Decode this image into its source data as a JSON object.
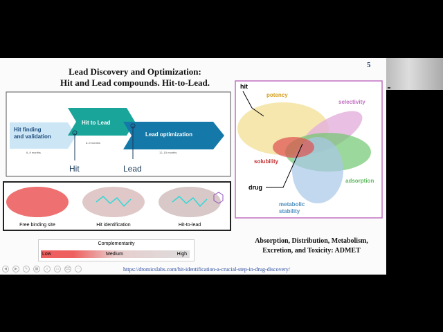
{
  "slide": {
    "title_line1": "Lead Discovery and  Optimization:",
    "title_line2": "Hit and Lead compounds. Hit-to-Lead.",
    "page_number": "5",
    "pipeline": {
      "stages": [
        {
          "label1": "Hit finding",
          "label2": "and validation",
          "duration": "6–9 months",
          "color": "#cce6f6"
        },
        {
          "label": "Hit to Lead",
          "duration": "6–9 months",
          "color": "#1aa59a"
        },
        {
          "label": "Lead optimization",
          "duration": "12–15 months",
          "color": "#1478a8"
        }
      ],
      "milestones": [
        "Hit",
        "Lead"
      ]
    },
    "binding": {
      "captions": [
        "Free binding site",
        "Hit identification",
        "Hit-to-lead"
      ]
    },
    "complementarity": {
      "title": "Complementarity",
      "low": "Low",
      "medium": "Medium",
      "high": "High"
    },
    "venn": {
      "hit": "hit",
      "potency": "potency",
      "selectivity": "selectivity",
      "solubility": "solubility",
      "drug": "drug",
      "adsorption": "adsorption",
      "metabolic1": "metabolic",
      "metabolic2": "stability"
    },
    "admet_line1": "Absorption, Distribution, Metabolism,",
    "admet_line2": "Excretion, and Toxicity: ADMET",
    "url": "https://dromicslabs.com/hit-identification-a-crucial-step-in-drug-discovery/",
    "toolbar_cc": "CC"
  }
}
